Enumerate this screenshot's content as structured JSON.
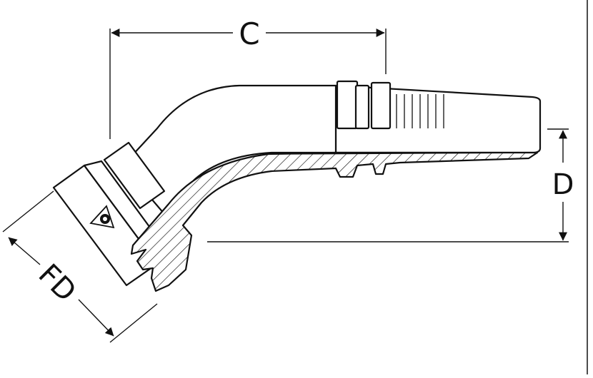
{
  "diagram": {
    "dimension_labels": {
      "c": "C",
      "d": "D",
      "fd": "FD"
    },
    "logo": "brand-logo-icon",
    "colors": {
      "line": "#111111",
      "body_fill": "#ffffff",
      "section_fill": "#ffffff"
    }
  }
}
